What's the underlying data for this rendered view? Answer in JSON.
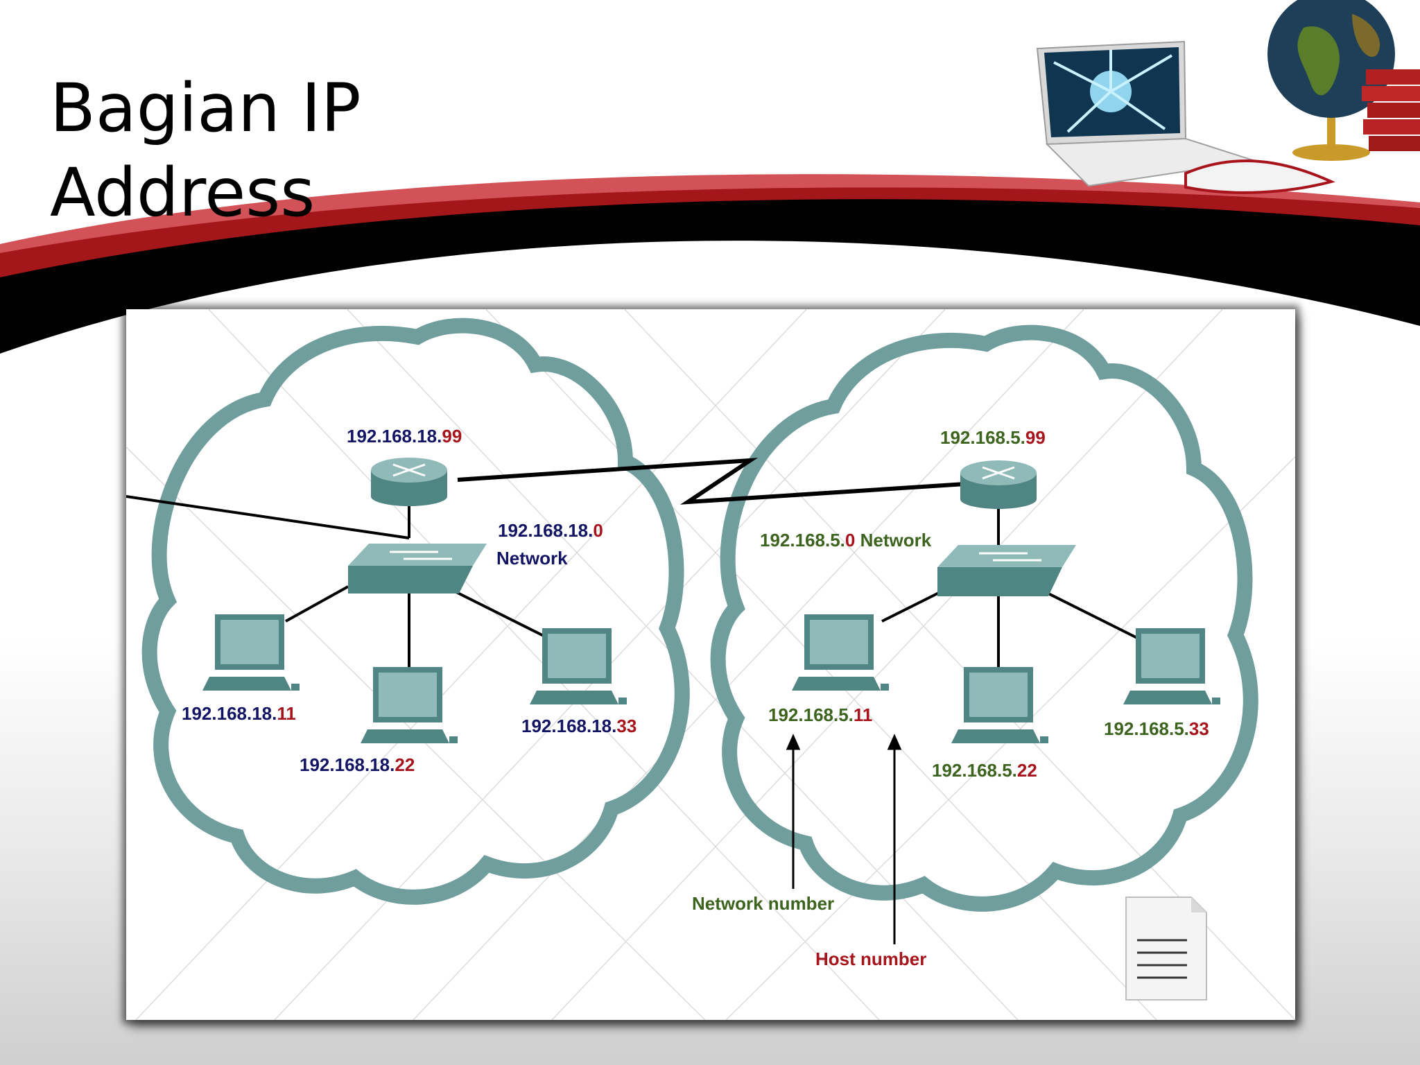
{
  "slide": {
    "title_line1": "Bagian IP",
    "title_line2": "Address"
  },
  "colors": {
    "network_blue": "#141464",
    "host_red": "#a8141c",
    "network_green": "#3c641e",
    "cloud": "#6f9e9c",
    "device": "#5f9290",
    "swoosh_red": "#a3161a"
  },
  "left_network": {
    "router_ip": {
      "net": "192.168.18.",
      "host": "99"
    },
    "network_label": {
      "net": "192.168.18.",
      "host": "0",
      "word": "Network"
    },
    "hosts": [
      {
        "net": "192.168.18.",
        "host": "11"
      },
      {
        "net": "192.168.18.",
        "host": "22"
      },
      {
        "net": "192.168.18.",
        "host": "33"
      }
    ]
  },
  "right_network": {
    "router_ip": {
      "net": "192.168.5.",
      "host": "99"
    },
    "network_label": {
      "net": "192.168.5.",
      "host": "0",
      "word": " Network"
    },
    "hosts": [
      {
        "net": "192.168.5.",
        "host": "11"
      },
      {
        "net": "192.168.5.",
        "host": "22"
      },
      {
        "net": "192.168.5.",
        "host": "33"
      }
    ]
  },
  "legend": {
    "network_number": "Network number",
    "host_number": "Host number"
  },
  "icons": [
    "router-icon",
    "switch-icon",
    "pc-icon",
    "document-icon",
    "laptop-icon",
    "globe-icon",
    "books-icon"
  ]
}
